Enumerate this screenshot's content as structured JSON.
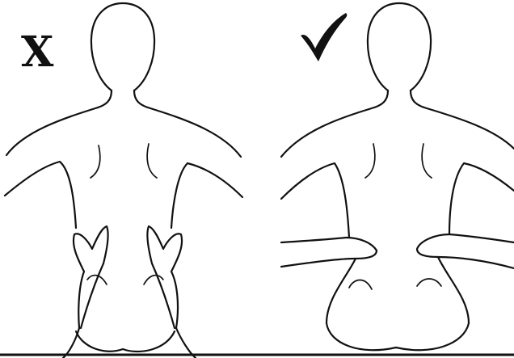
{
  "panels": [
    {
      "id": "incorrect",
      "mark_text": "X",
      "mark_meaning": "incorrect",
      "hand_placement": "hands-on-lower-back"
    },
    {
      "id": "correct",
      "mark_icon": "checkmark-icon",
      "mark_meaning": "correct",
      "hand_placement": "hands-on-waist-sides"
    }
  ],
  "colors": {
    "ink": "#111111",
    "background": "#ffffff"
  }
}
